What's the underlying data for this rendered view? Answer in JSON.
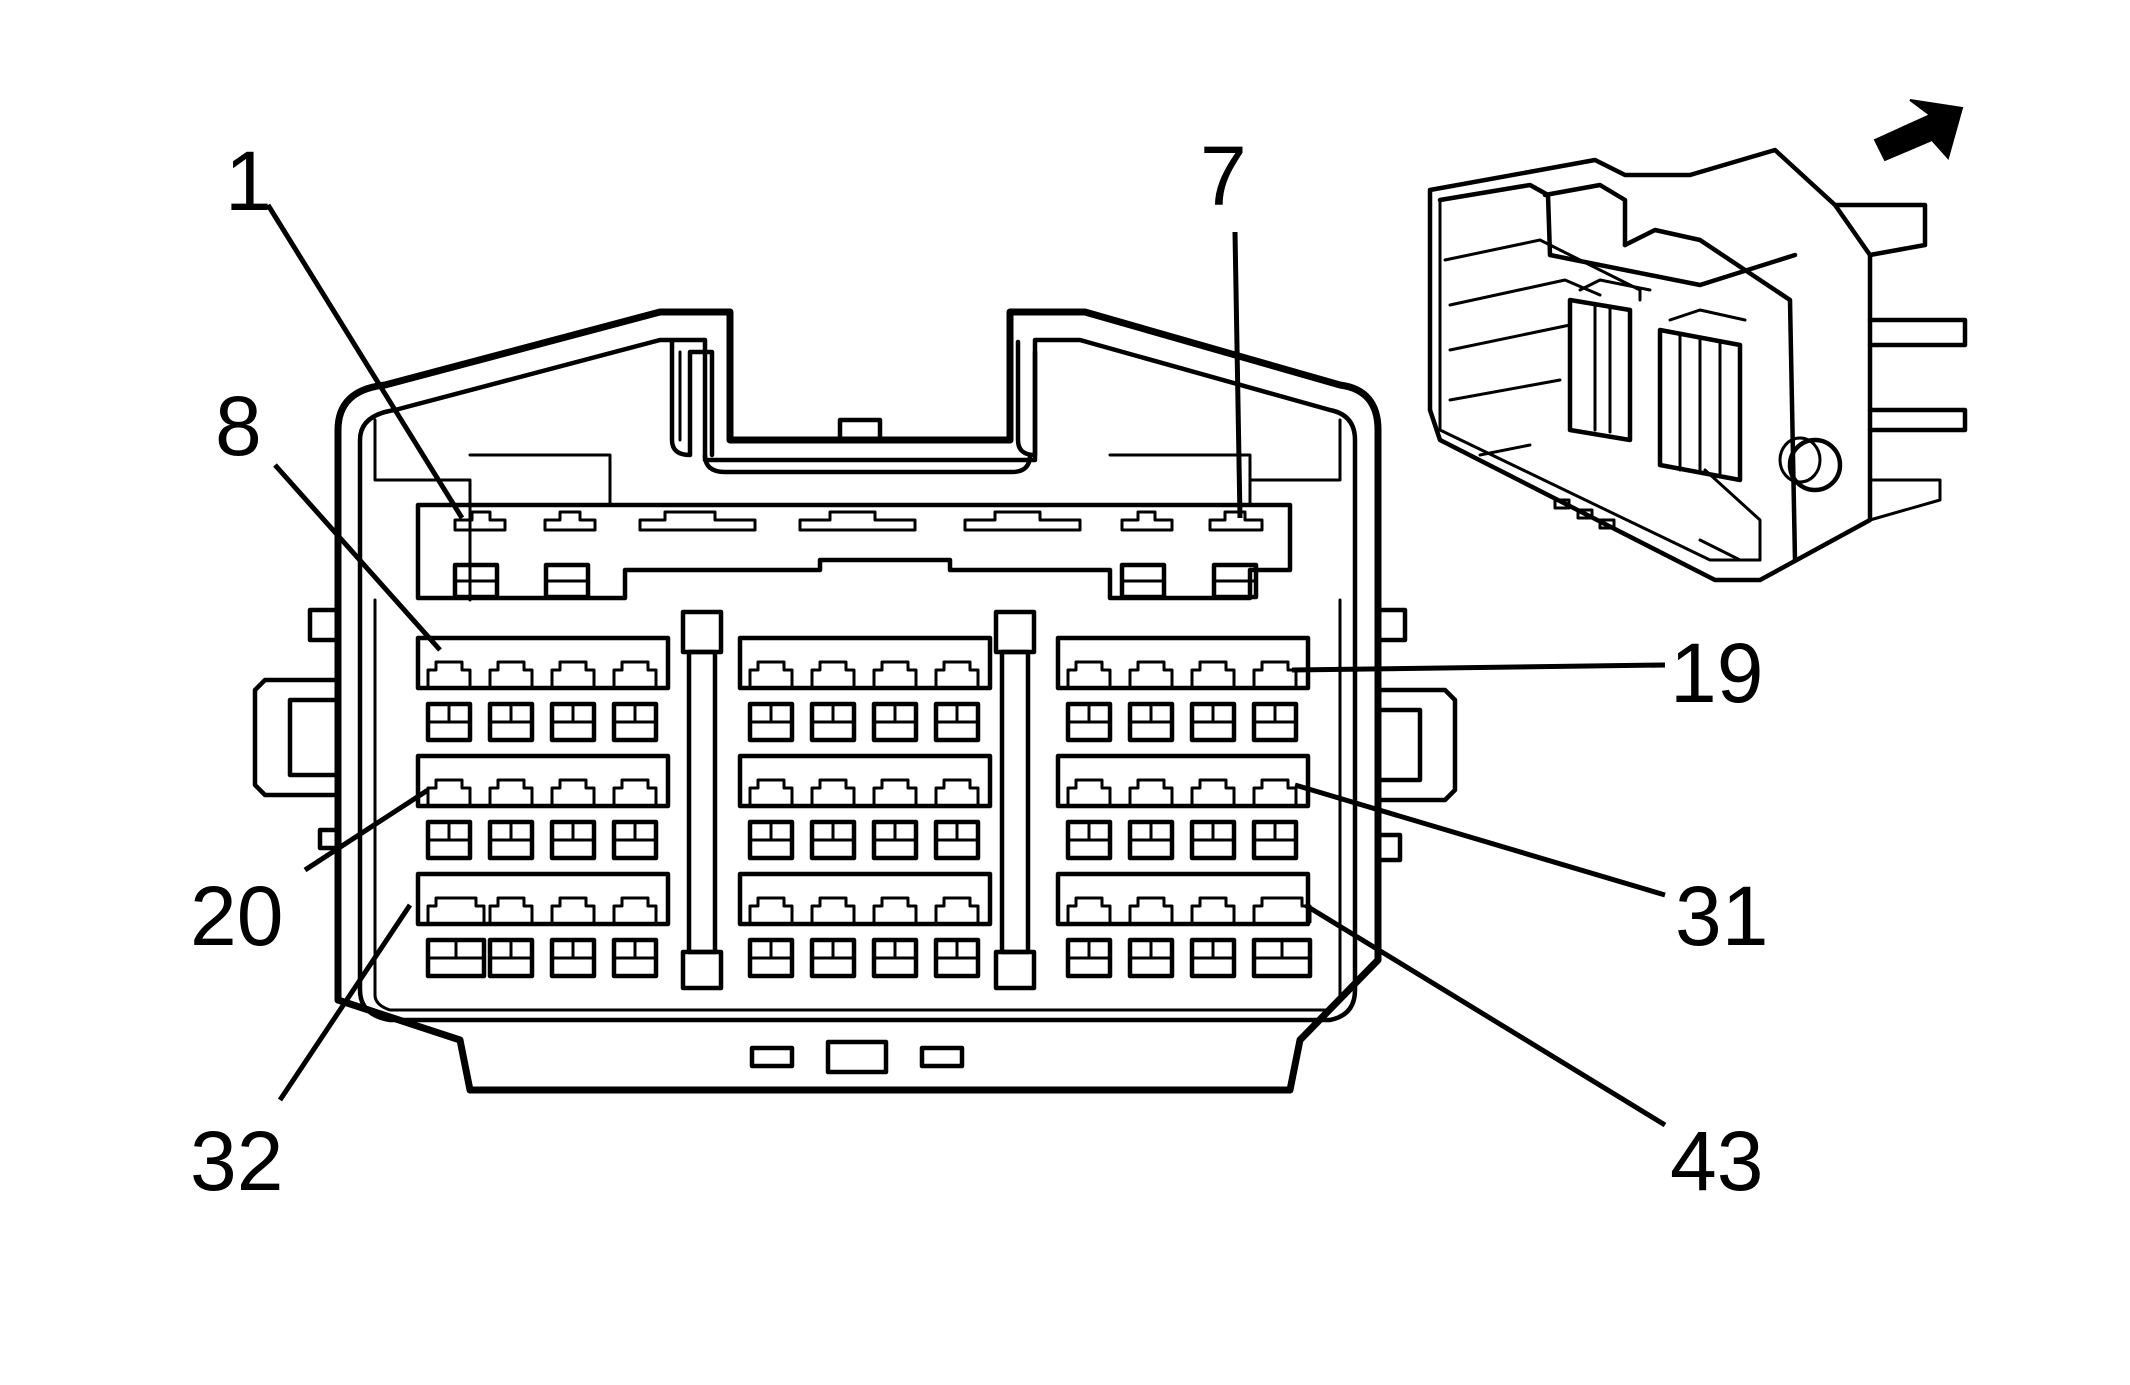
{
  "diagram": {
    "pin_labels": [
      {
        "id": "pin-1",
        "text": "1"
      },
      {
        "id": "pin-7",
        "text": "7"
      },
      {
        "id": "pin-8",
        "text": "8"
      },
      {
        "id": "pin-19",
        "text": "19"
      },
      {
        "id": "pin-20",
        "text": "20"
      },
      {
        "id": "pin-31",
        "text": "31"
      },
      {
        "id": "pin-32",
        "text": "32"
      },
      {
        "id": "pin-43",
        "text": "43"
      }
    ],
    "colors": {
      "line": "#000000",
      "background": "#ffffff"
    },
    "icons": [
      "connector-face-view",
      "connector-3d-view-icon",
      "arrow-icon"
    ]
  }
}
